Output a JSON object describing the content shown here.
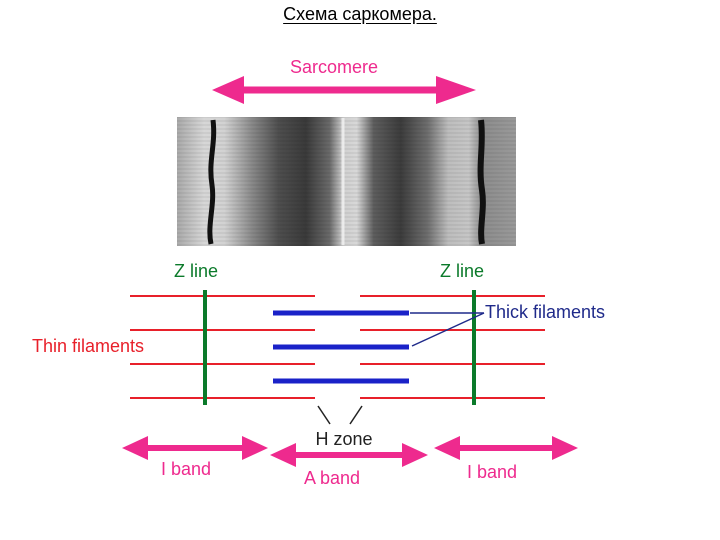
{
  "title": "Схема саркомера.",
  "labels": {
    "sarcomere": "Sarcomere",
    "z_line_left": "Z line",
    "z_line_right": "Z line",
    "thick_filaments": "Thick filaments",
    "thin_filaments": "Thin filaments",
    "h_zone": "H zone",
    "i_band_left": "I band",
    "a_band": "A band",
    "i_band_right": "I band"
  },
  "colors": {
    "magenta": "#ee2a8e",
    "red": "#e8202a",
    "green": "#0b7a2a",
    "blue": "#1a22c8",
    "navy": "#1f2a8a",
    "black": "#222222"
  }
}
